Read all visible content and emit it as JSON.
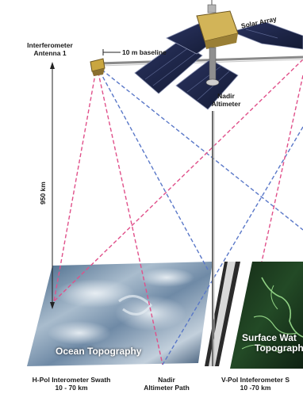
{
  "labels": {
    "antenna_line1": "Interferometer",
    "antenna_line2": "Antenna 1",
    "baseline": "10 m baseline",
    "solar_array": "Solar Array",
    "nadir_line1": "Nadir",
    "nadir_line2": "Altimeter",
    "altitude": "950 km",
    "ocean_title": "Ocean Topography",
    "surface_line1": "Surface Wat",
    "surface_line2": "Topograph",
    "hpol_line1": "H-Pol Interometer Swath",
    "hpol_line2": "10 - 70 km",
    "nadir_path_line1": "Nadir",
    "nadir_path_line2": "Altimeter Path",
    "vpol_line1": "V-Pol Inteferometer S",
    "vpol_line2": "10 -70 km"
  },
  "colors": {
    "beam_pink": "#e0508a",
    "beam_blue": "#5a78c8",
    "ocean_dark": "#2a4a6a",
    "ocean_cloud": "#c9d6e2",
    "land_dark": "#1a3a20",
    "land_river": "#7fc47a",
    "solar_panel": "#1d2340",
    "truss": "#9a9a9a",
    "satellite_gold": "#c9a640"
  }
}
